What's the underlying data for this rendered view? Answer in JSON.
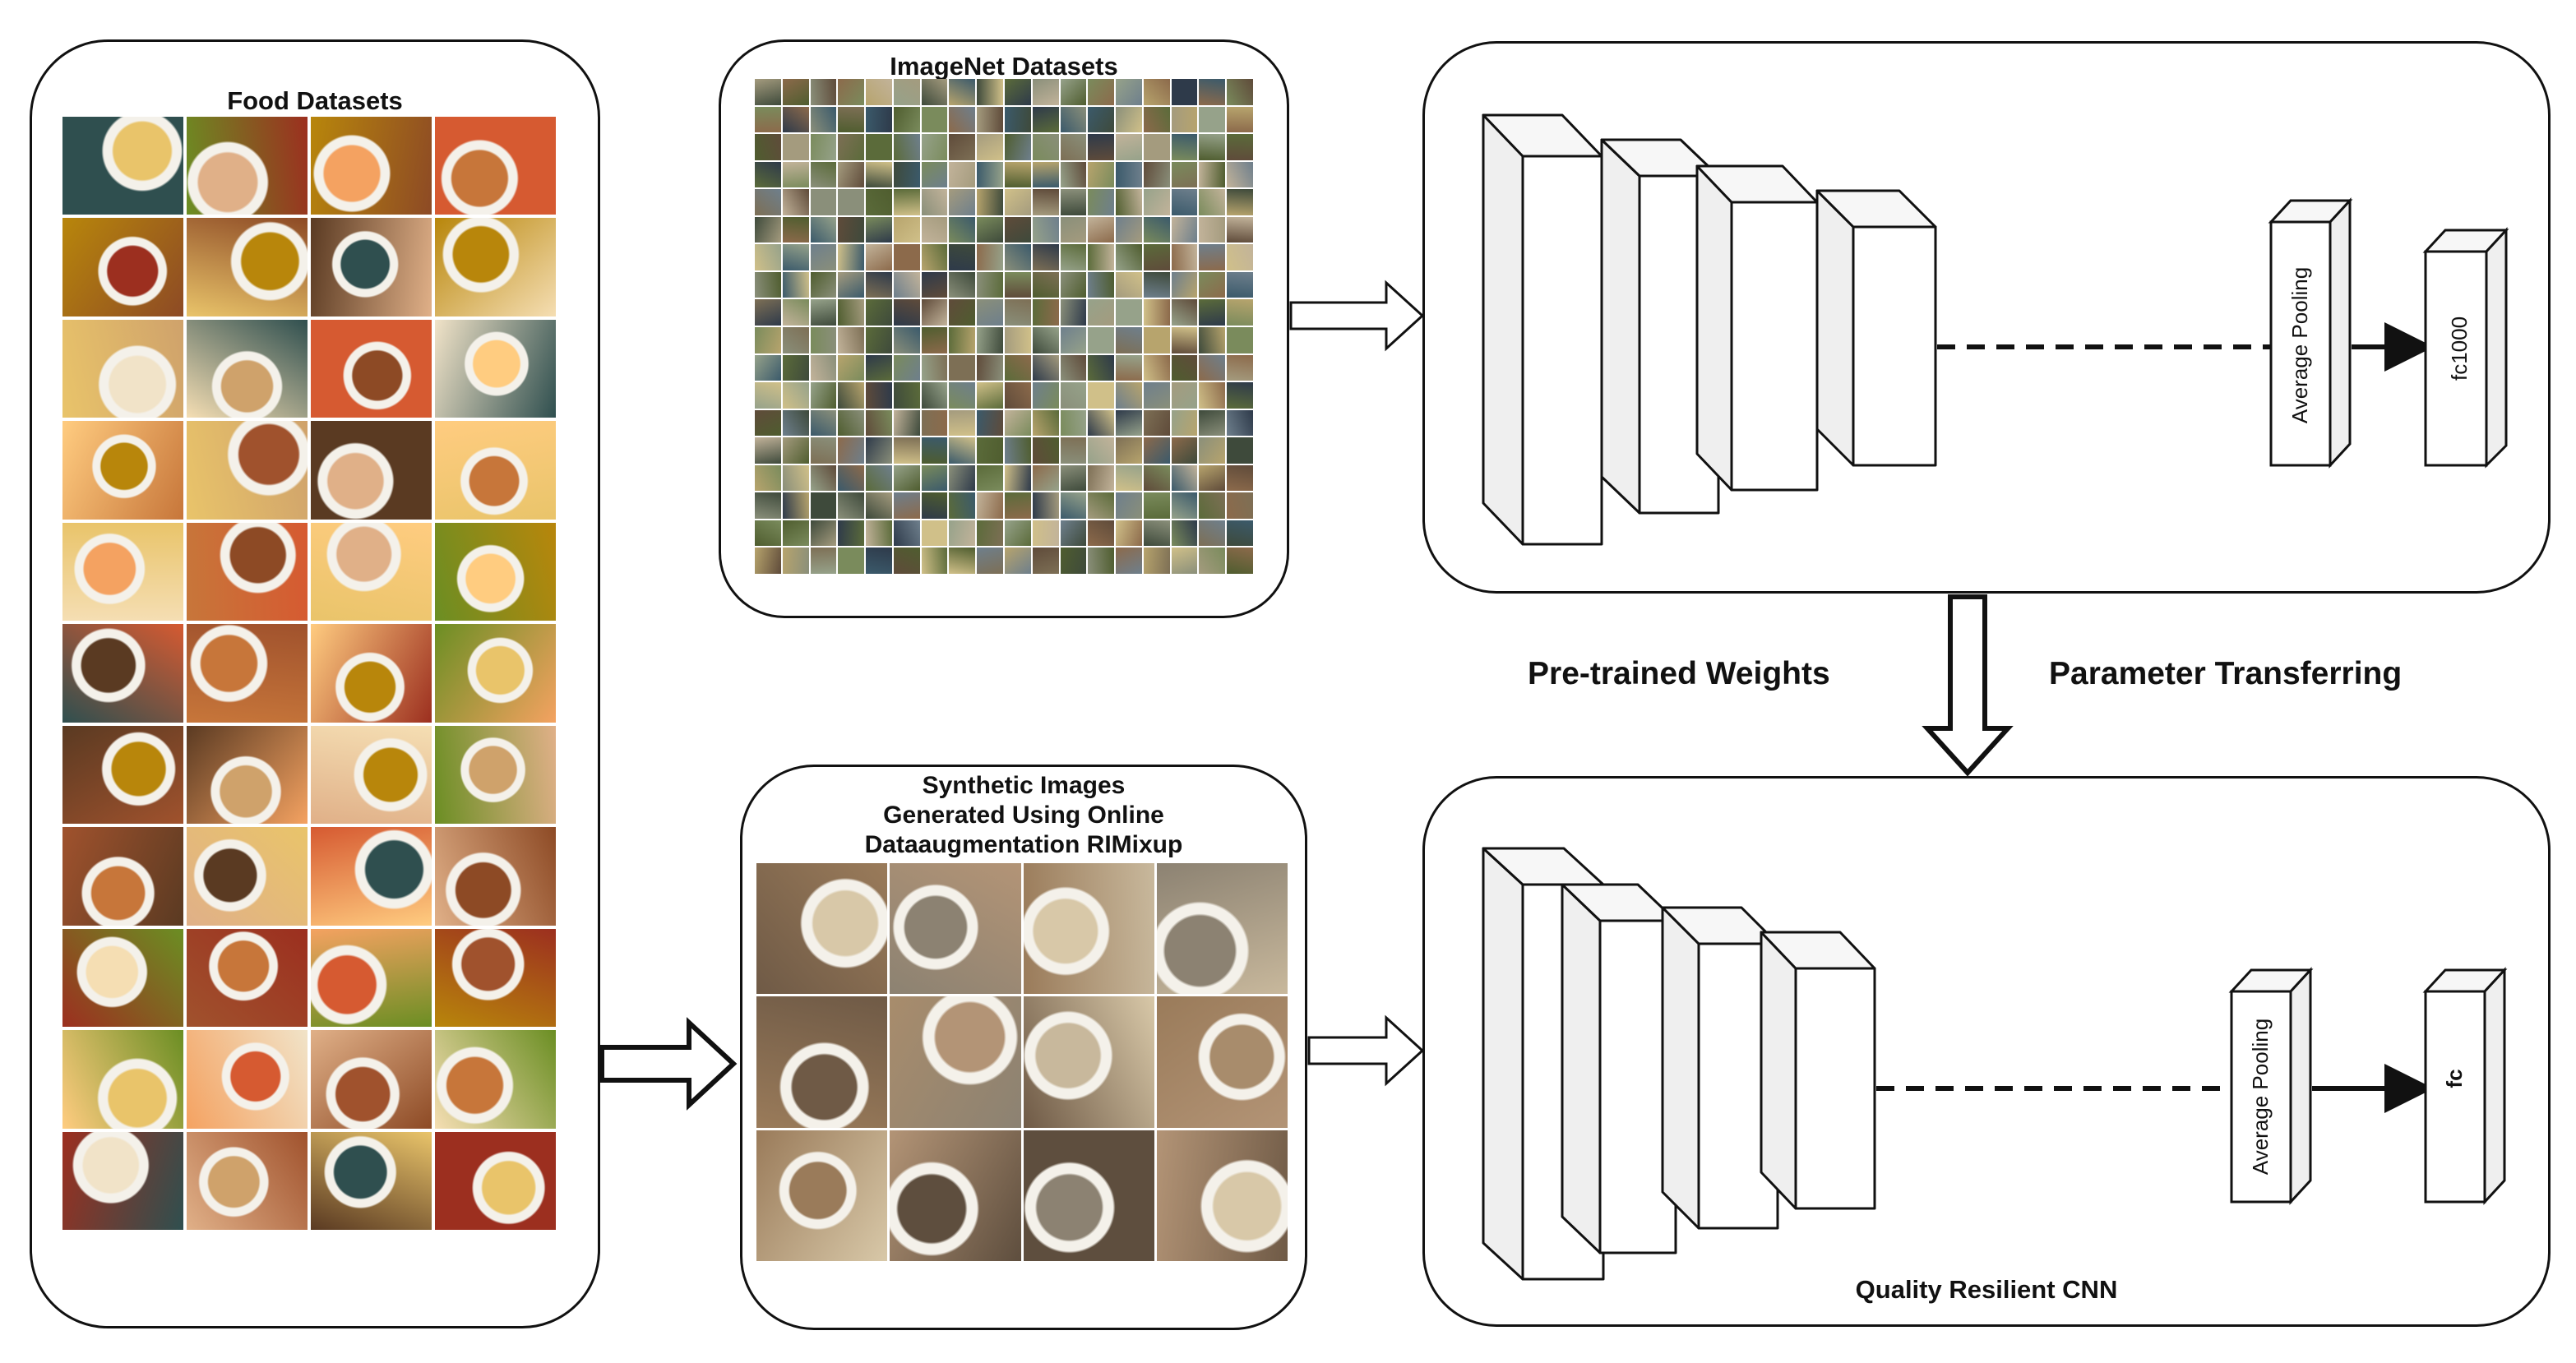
{
  "food_panel": {
    "title": "Food Datasets",
    "rows": 11,
    "cols": 4
  },
  "imagenet_panel": {
    "title": "ImageNet Datasets",
    "rows": 18,
    "cols": 18
  },
  "synthetic_panel": {
    "title_lines": [
      "Synthetic Images",
      "Generated Using Online",
      "Dataaugmentation RIMixup"
    ],
    "rows": 3,
    "cols": 4
  },
  "pretrained_network": {
    "pool_label": "Average Pooling",
    "fc_label": "fc1000"
  },
  "qr_network": {
    "pool_label": "Average Pooling",
    "fc_label": "fc",
    "caption": "Quality Resilient CNN"
  },
  "labels": {
    "pretrained_weights": "Pre-trained Weights",
    "parameter_transferring": "Parameter Transferring"
  },
  "colors": {
    "food_palette": [
      "#c7763a",
      "#e9c46a",
      "#8d4a25",
      "#f1e3c8",
      "#d65a31",
      "#6b8e23",
      "#b8860b",
      "#f4a261",
      "#9c2f1f",
      "#e0b088",
      "#5a3a22",
      "#cfa26b",
      "#f5deb3",
      "#a0522d",
      "#2f4f4f",
      "#ffcc80"
    ],
    "imagenet_palette": [
      "#5b6b3a",
      "#8a8f7a",
      "#3e4a3b",
      "#a49b7e",
      "#6e7f8c",
      "#b7a46d",
      "#4f5d2f",
      "#8c6a4b",
      "#2e3a4a",
      "#7a8b5c",
      "#c2b39a",
      "#5f4b3a",
      "#96a28a",
      "#3b5a6b",
      "#d0c089",
      "#7d6f55"
    ],
    "synthetic_palette": [
      "#9a7b5a",
      "#c8b89c",
      "#6f5a46",
      "#b39476",
      "#8c8272",
      "#d8c8a8",
      "#5e4e3e",
      "#a88c6c"
    ]
  }
}
